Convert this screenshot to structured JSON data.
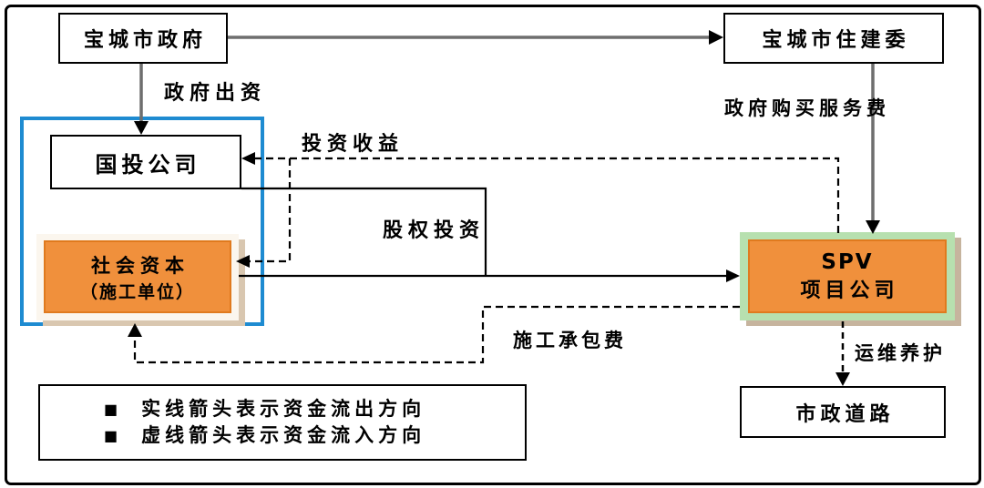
{
  "diagram": {
    "nodes": {
      "government": {
        "label": "宝城市政府"
      },
      "housing_committee": {
        "label": "宝城市住建委"
      },
      "state_investment": {
        "label": "国投公司"
      },
      "social_capital": {
        "line1": "社会资本",
        "line2": "（施工单位）"
      },
      "spv": {
        "line1": "SPV",
        "line2": "项目公司"
      },
      "municipal_road": {
        "label": "市政道路"
      }
    },
    "flow_labels": {
      "government_funding": "政府出资",
      "government_purchase_fee": "政府购买服务费",
      "investment_return": "投资收益",
      "equity_investment": "股权投资",
      "construction_contract_fee": "施工承包费",
      "operation_maintenance": "运维养护"
    },
    "legend": {
      "items": [
        {
          "bullet": "■",
          "text": "实线箭头表示资金流出方向"
        },
        {
          "bullet": "■",
          "text": "虚线箭头表示资金流入方向"
        }
      ]
    },
    "colors": {
      "orange_fill": "#f0903c",
      "orange_border": "#e07a1e",
      "green_frame": "#b7e0af",
      "blue_frame": "#1e8bd1",
      "solid_line_gray": "#6e6e6e",
      "dashed_line_black": "#000000"
    }
  }
}
